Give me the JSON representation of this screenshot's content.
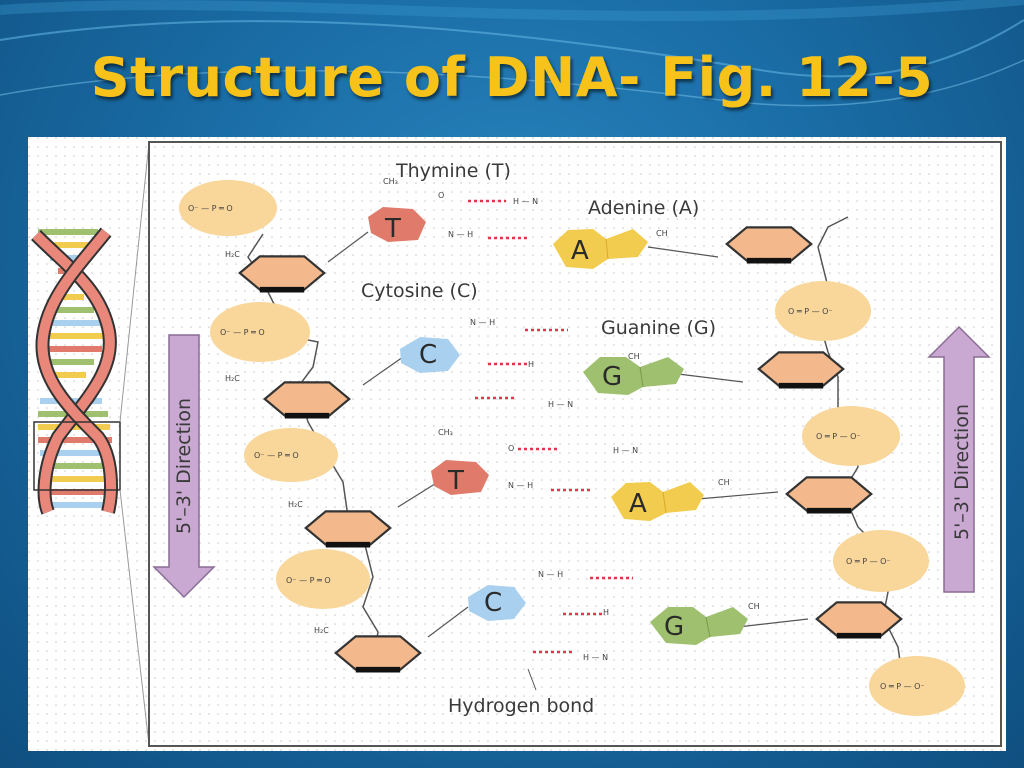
{
  "slide": {
    "title": "Structure of DNA- Fig. 12-5"
  },
  "figure": {
    "labels": {
      "thymine": "Thymine (T)",
      "adenine": "Adenine (A)",
      "cytosine": "Cytosine (C)",
      "guanine": "Guanine (G)",
      "hydrogen_bond": "Hydrogen bond",
      "left_direction": "5'–3' Direction",
      "right_direction": "5'–3' Direction"
    },
    "base_pairs": [
      {
        "left": "T",
        "right": "A"
      },
      {
        "left": "C",
        "right": "G"
      },
      {
        "left": "T",
        "right": "A"
      },
      {
        "left": "C",
        "right": "G"
      }
    ],
    "colors": {
      "thymine": "#e07a6a",
      "adenine": "#f2cc4e",
      "cytosine": "#a9d0ee",
      "guanine": "#9ec06f",
      "sugar": "#f3b98c",
      "phosphate": "#f9d69a",
      "hydrogen_bond": "#e0354a",
      "direction_arrow": "#c9a9d1"
    }
  }
}
